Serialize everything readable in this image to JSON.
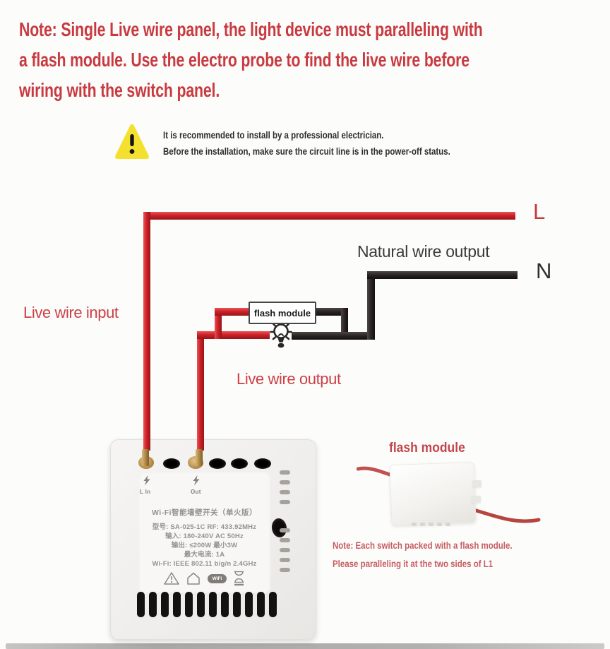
{
  "headline": {
    "lines": [
      "Note: Single Live wire panel, the light device must paralleling with",
      "a flash module. Use the electro probe to find the live wire before",
      "wiring with the switch panel."
    ],
    "color": "#c83a40"
  },
  "warning": {
    "icon": "warning-triangle-icon",
    "line1": "It is recommended to install by a professional electrician.",
    "line2": "Before the installation, make sure the circuit line is in the power-off status."
  },
  "diagram": {
    "live_label": "L",
    "neutral_label": "N",
    "natural_wire_output_label": "Natural wire output",
    "live_wire_input_label": "Live wire input",
    "live_wire_output_label": "Live wire output",
    "flash_module_box_label": "flash module",
    "lamp_icon": "light-bulb-icon",
    "wire_colors": {
      "live": "#cf2127",
      "neutral": "#272121"
    }
  },
  "switch_panel": {
    "terminals": {
      "l_in_label": "L In",
      "out_label": "Out"
    },
    "label_title": "Wi-Fi智能墙壁开关（单火版）",
    "specs": [
      "型号: SA-025-1C   RF: 433.92MHz",
      "输入: 180-240V AC 50Hz",
      "输出: ≤200W    最小3W",
      "最大电流: 1A",
      "Wi-Fi: IEEE 802.11 b/g/n 2.4GHz"
    ],
    "cert_icons": [
      "caution-triangle-icon",
      "house-icon",
      "wifi-logo-icon",
      "hourglass-icon"
    ],
    "wifi_logo_text": "WiFi"
  },
  "flash_module": {
    "title": "flash module",
    "note_line1": "Note: Each switch packed with a flash module.",
    "note_line2": "Please paralleling it at the two sides of L1"
  }
}
